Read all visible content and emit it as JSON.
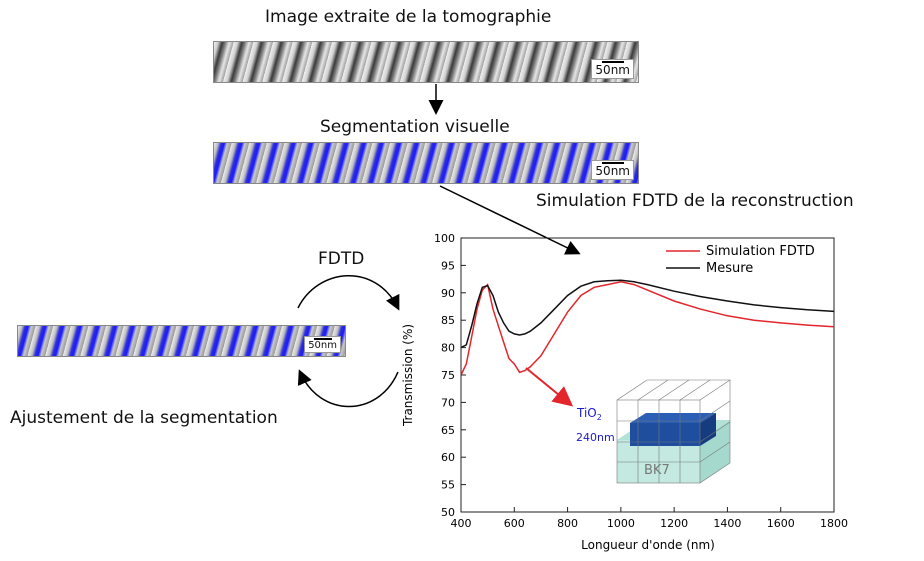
{
  "steps": {
    "tomography_title": "Image extraite de la tomographie",
    "segmentation_title": "Segmentation visuelle",
    "simulation_title": "Simulation FDTD de la reconstruction",
    "fdtd_label": "FDTD",
    "adjust_label": "Ajustement de la segmentation",
    "scale_label": "50nm"
  },
  "inset": {
    "material": "TiO",
    "subscript": "2",
    "thickness": "240nm",
    "substrate": "BK7"
  },
  "colors": {
    "simulation": "#e3262b",
    "measure": "#111111",
    "segmentation": "#1a1aff"
  },
  "chart_data": {
    "type": "line",
    "xlabel": "Longueur d'onde (nm)",
    "ylabel": "Transmission (%)",
    "xlim": [
      400,
      1800
    ],
    "ylim": [
      50,
      100
    ],
    "xticks": [
      400,
      600,
      800,
      1000,
      1200,
      1400,
      1600,
      1800
    ],
    "yticks": [
      50,
      55,
      60,
      65,
      70,
      75,
      80,
      85,
      90,
      95,
      100
    ],
    "legend_position": "top-right",
    "series": [
      {
        "name": "Simulation FDTD",
        "x": [
          400,
          420,
          440,
          460,
          480,
          500,
          520,
          540,
          560,
          580,
          600,
          620,
          640,
          660,
          700,
          750,
          800,
          850,
          900,
          950,
          1000,
          1050,
          1100,
          1200,
          1300,
          1400,
          1500,
          1600,
          1700,
          1800
        ],
        "y": [
          75,
          77,
          82,
          87,
          90.5,
          91.5,
          87,
          84,
          81,
          78,
          77,
          75.5,
          75.8,
          76.5,
          78.5,
          82.5,
          86.5,
          89.5,
          91,
          91.5,
          92,
          91.5,
          90.5,
          88.5,
          87,
          85.8,
          85,
          84.5,
          84.1,
          83.8
        ]
      },
      {
        "name": "Mesure",
        "x": [
          400,
          420,
          440,
          460,
          480,
          500,
          520,
          540,
          560,
          580,
          600,
          620,
          640,
          660,
          700,
          750,
          800,
          850,
          900,
          950,
          1000,
          1050,
          1100,
          1200,
          1300,
          1400,
          1500,
          1600,
          1700,
          1800
        ],
        "y": [
          80,
          80.5,
          84,
          88,
          91,
          91.3,
          89.5,
          86.5,
          84.5,
          83,
          82.5,
          82.3,
          82.5,
          83,
          84.5,
          87,
          89.5,
          91.2,
          92,
          92.2,
          92.3,
          92,
          91.5,
          90.3,
          89.3,
          88.5,
          87.8,
          87.3,
          86.9,
          86.6
        ]
      }
    ]
  }
}
